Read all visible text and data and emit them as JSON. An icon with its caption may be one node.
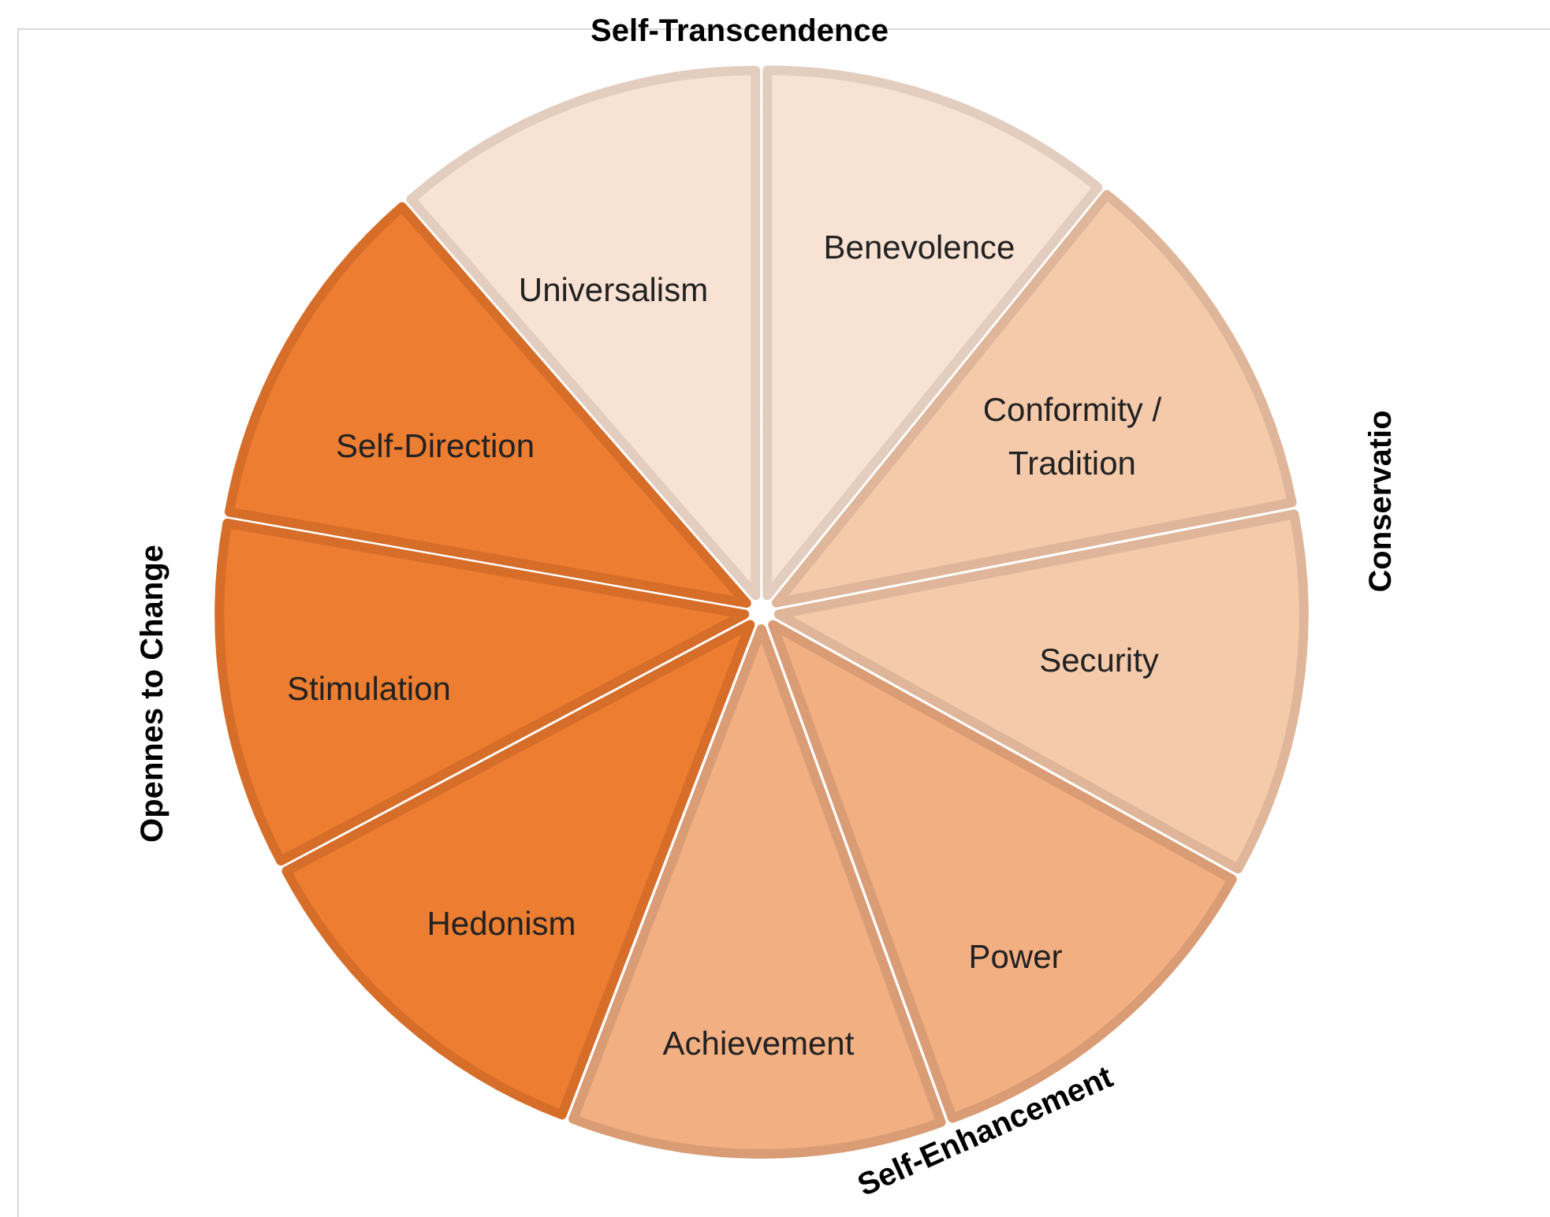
{
  "diagram": {
    "nodes": [
      {
        "text": [
          "Universalism"
        ]
      },
      {
        "text": [
          "Benevolence"
        ]
      },
      {
        "text": [
          "Conformity / Tradition"
        ]
      },
      {
        "text": [
          "Security"
        ]
      },
      {
        "text": [
          "Power"
        ]
      },
      {
        "text": [
          "Achievement"
        ]
      },
      {
        "text": [
          "Hedonism"
        ]
      },
      {
        "text": [
          "Stimulation"
        ]
      },
      {
        "text": [
          "Self-Direction"
        ]
      }
    ],
    "labels": [
      "Self-Transcendence",
      "Conservatio",
      "Opennes to Change",
      "Self-Enhancement"
    ]
  }
}
